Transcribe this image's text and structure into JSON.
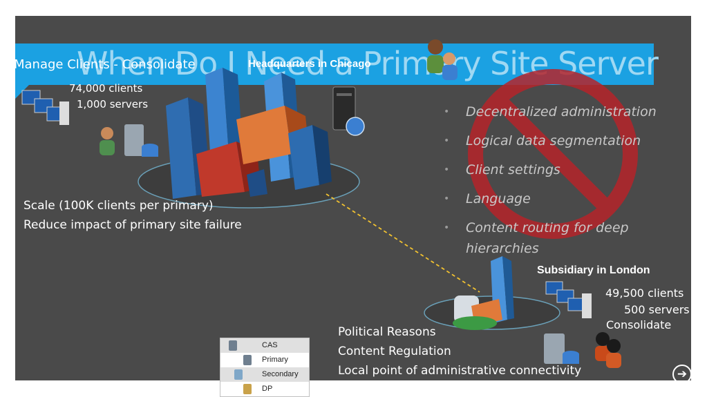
{
  "slide": {
    "title": "When Do I Need a Primary Site Server",
    "hq": {
      "heading": "Headquarters in Chicago",
      "manage_label": "Manage Clients - Consolidate",
      "clients": "74,000 clients",
      "servers": "1,000 servers",
      "reason_1": "Scale (100K clients per primary)",
      "reason_2": "Reduce impact of primary site failure"
    },
    "bullets": [
      "Decentralized administration",
      "Logical data segmentation",
      "Client settings",
      "Language",
      "Content routing for deep hierarchies"
    ],
    "bullet_glyph": "•",
    "london": {
      "heading": "Subsidiary in London",
      "clients": "49,500 clients",
      "servers": "500 servers",
      "consolidate": "Consolidate",
      "reason_1": "Political Reasons",
      "reason_2": "Content Regulation",
      "reason_3": "Local point of administrative connectivity"
    },
    "legend": [
      "CAS",
      "Primary",
      "Secondary",
      "DP"
    ],
    "next_glyph": "➔",
    "colors": {
      "accent": "#1ba1e2",
      "prohibit": "#b5242a",
      "background": "#4a4a4a"
    },
    "icons": [
      "server-icon",
      "admin-users-icon",
      "computer-cluster-icon",
      "city-buildings-icon",
      "no-sign-icon",
      "arrow-right-circle-icon"
    ]
  }
}
